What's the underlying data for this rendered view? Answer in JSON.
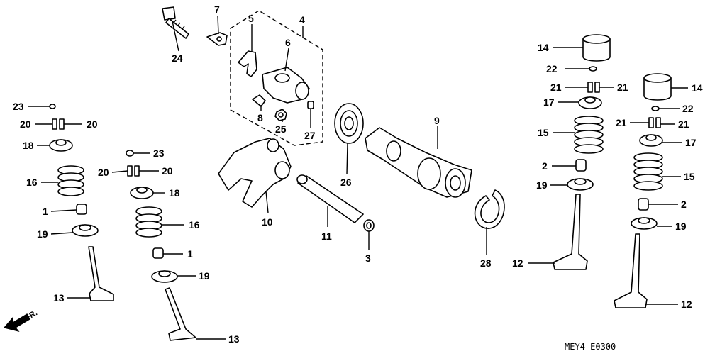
{
  "diagram_code": "MEY4-E0300",
  "direction_label": "FR.",
  "callouts": {
    "c1": "1",
    "c2": "2",
    "c3": "3",
    "c4": "4",
    "c5": "5",
    "c6": "6",
    "c7": "7",
    "c8": "8",
    "c9": "9",
    "c10": "10",
    "c11": "11",
    "c12": "12",
    "c13": "13",
    "c14": "14",
    "c15": "15",
    "c16": "16",
    "c17": "17",
    "c18": "18",
    "c19": "19",
    "c20": "20",
    "c21": "21",
    "c22": "22",
    "c23": "23",
    "c24": "24",
    "c25": "25",
    "c26": "26",
    "c27": "27",
    "c28": "28"
  }
}
